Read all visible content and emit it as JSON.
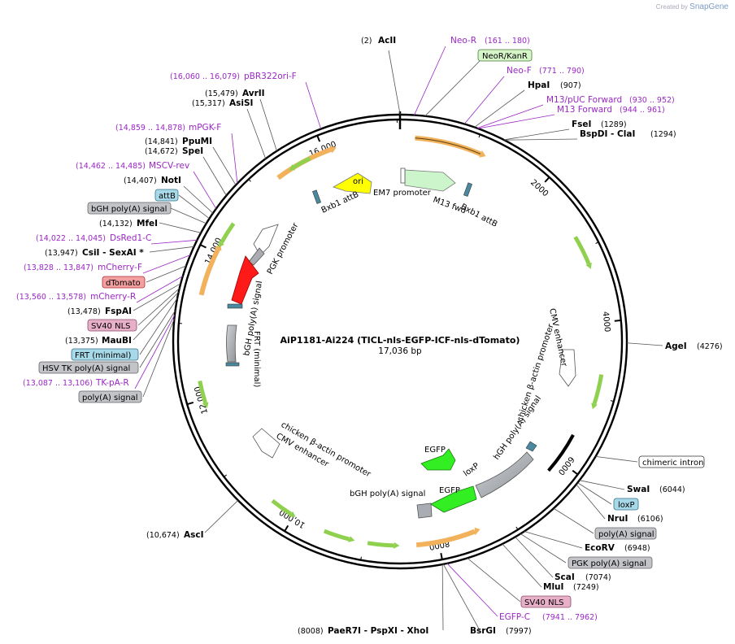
{
  "credit": {
    "prefix": "Created by",
    "brand": "SnapGene"
  },
  "title": {
    "name": "AiP1181-Ai224 (TICL-nls-EGFP-ICF-nls-dTomato)",
    "length": "17,036 bp"
  },
  "total_bp": 17036,
  "ticks": [
    "2000",
    "4000",
    "6000",
    "8000",
    "10,000",
    "12,000",
    "14,000",
    "16,000"
  ],
  "sites_left": [
    {
      "name": "AcII",
      "pos": "(2)",
      "bp": 2
    },
    {
      "name": "AvrII",
      "pos": "(15,479)",
      "bp": 15479
    },
    {
      "name": "AsiSI",
      "pos": "(15,317)",
      "bp": 15317
    },
    {
      "name": "PpuMI",
      "pos": "(14,841)",
      "bp": 14841
    },
    {
      "name": "SpeI",
      "pos": "(14,672)",
      "bp": 14672
    },
    {
      "name": "NotI",
      "pos": "(14,407)",
      "bp": 14407
    },
    {
      "name": "MfeI",
      "pos": "(14,132)",
      "bp": 14132
    },
    {
      "name": "CsiI - SexAI *",
      "pos": "(13,947)",
      "bp": 13947
    },
    {
      "name": "FspAI",
      "pos": "(13,478)",
      "bp": 13478
    },
    {
      "name": "MauBI",
      "pos": "(13,375)",
      "bp": 13375
    },
    {
      "name": "AscI",
      "pos": "(10,674)",
      "bp": 10674
    },
    {
      "name": "PaeR7I - PspXI - XhoI",
      "pos": "(8008)",
      "bp": 8008
    }
  ],
  "sites_right": [
    {
      "name": "HpaI",
      "pos": "(907)",
      "bp": 907
    },
    {
      "name": "FseI",
      "pos": "(1289)",
      "bp": 1289
    },
    {
      "name": "BspDI - ClaI",
      "pos": "(1294)",
      "bp": 1294
    },
    {
      "name": "AgeI",
      "pos": "(4276)",
      "bp": 4276
    },
    {
      "name": "SwaI",
      "pos": "(6044)",
      "bp": 6044
    },
    {
      "name": "NruI",
      "pos": "(6106)",
      "bp": 6106
    },
    {
      "name": "EcoRV",
      "pos": "(6948)",
      "bp": 6948
    },
    {
      "name": "ScaI",
      "pos": "(7074)",
      "bp": 7074
    },
    {
      "name": "MluI",
      "pos": "(7249)",
      "bp": 7249
    },
    {
      "name": "BsrGI",
      "pos": "(7997)",
      "bp": 7997
    }
  ],
  "primers": [
    {
      "name": "pBR322ori-F",
      "pos": "(16,060 .. 16,079)",
      "bp": 16070
    },
    {
      "name": "mPGK-F",
      "pos": "(14,859 .. 14,878)",
      "bp": 14868
    },
    {
      "name": "MSCV-rev",
      "pos": "(14,462 .. 14,485)",
      "bp": 14473
    },
    {
      "name": "DsRed1-C",
      "pos": "(14,022 .. 14,045)",
      "bp": 14033
    },
    {
      "name": "mCherry-F",
      "pos": "(13,828 .. 13,847)",
      "bp": 13837
    },
    {
      "name": "mCherry-R",
      "pos": "(13,560 .. 13,578)",
      "bp": 13569
    },
    {
      "name": "TK-pA-R",
      "pos": "(13,087 .. 13,106)",
      "bp": 13096
    },
    {
      "name": "Neo-R",
      "pos": "(161 .. 180)",
      "bp": 170
    },
    {
      "name": "Neo-F",
      "pos": "(771 .. 790)",
      "bp": 780
    },
    {
      "name": "M13/pUC Forward",
      "pos": "(930 .. 952)",
      "bp": 941
    },
    {
      "name": "M13 Forward",
      "pos": "(944 .. 961)",
      "bp": 952
    },
    {
      "name": "EGFP-C",
      "pos": "(7941 .. 7962)",
      "bp": 7951
    }
  ],
  "boxed_features": [
    {
      "name": "NeoR/KanR",
      "color": "#d6f5c9",
      "bp": 300
    },
    {
      "name": "attB",
      "color": "#a8d9e8",
      "bp": 14330
    },
    {
      "name": "bGH poly(A) signal",
      "color": "#c2c4c8",
      "bp": 14260
    },
    {
      "name": "dTomato",
      "color": "#f4a0a0",
      "bp": 13700
    },
    {
      "name": "SV40 NLS",
      "color": "#e8b0c8",
      "bp": 13420
    },
    {
      "name": "FRT (minimal)",
      "color": "#a8d9e8",
      "bp": 13300
    },
    {
      "name": "HSV TK poly(A) signal",
      "color": "#c2c4c8",
      "bp": 13150
    },
    {
      "name": "poly(A) signal",
      "color": "#c2c4c8",
      "bp": 13050
    },
    {
      "name": "chimeric intron",
      "color": "#ffffff",
      "bp": 5700
    },
    {
      "name": "loxP",
      "color": "#a8d9e8",
      "bp": 6080
    },
    {
      "name": "poly(A) signal",
      "color": "#c2c4c8",
      "bp": 6500
    },
    {
      "name": "PGK poly(A) signal",
      "color": "#c2c4c8",
      "bp": 7000
    },
    {
      "name": "SV40 NLS",
      "color": "#e8b0c8",
      "bp": 7700
    }
  ],
  "feature_labels": [
    "ori",
    "EM7 promoter",
    "M13 fwd",
    "Bxb1 attB",
    "Bxb1 attB",
    "PGK promoter",
    "bGH poly(A) signal",
    "FRT (minimal)",
    "CMV enhancer",
    "chicken β-actin promoter",
    "hGH poly(A) signal",
    "EGFP",
    "EGFP",
    "loxP",
    "bGH poly(A) signal",
    "chicken β-actin promoter",
    "CMV enhancer"
  ],
  "colors": {
    "primer": "#9b27c6",
    "orf": "#8fd14f",
    "orange_feature": "#f2b25c",
    "promoter": "#ffffff",
    "terminator": "#a9adb3",
    "ori": "#ffff00",
    "red_orf": "#ff1a1a",
    "green_orf": "#33ee22"
  }
}
